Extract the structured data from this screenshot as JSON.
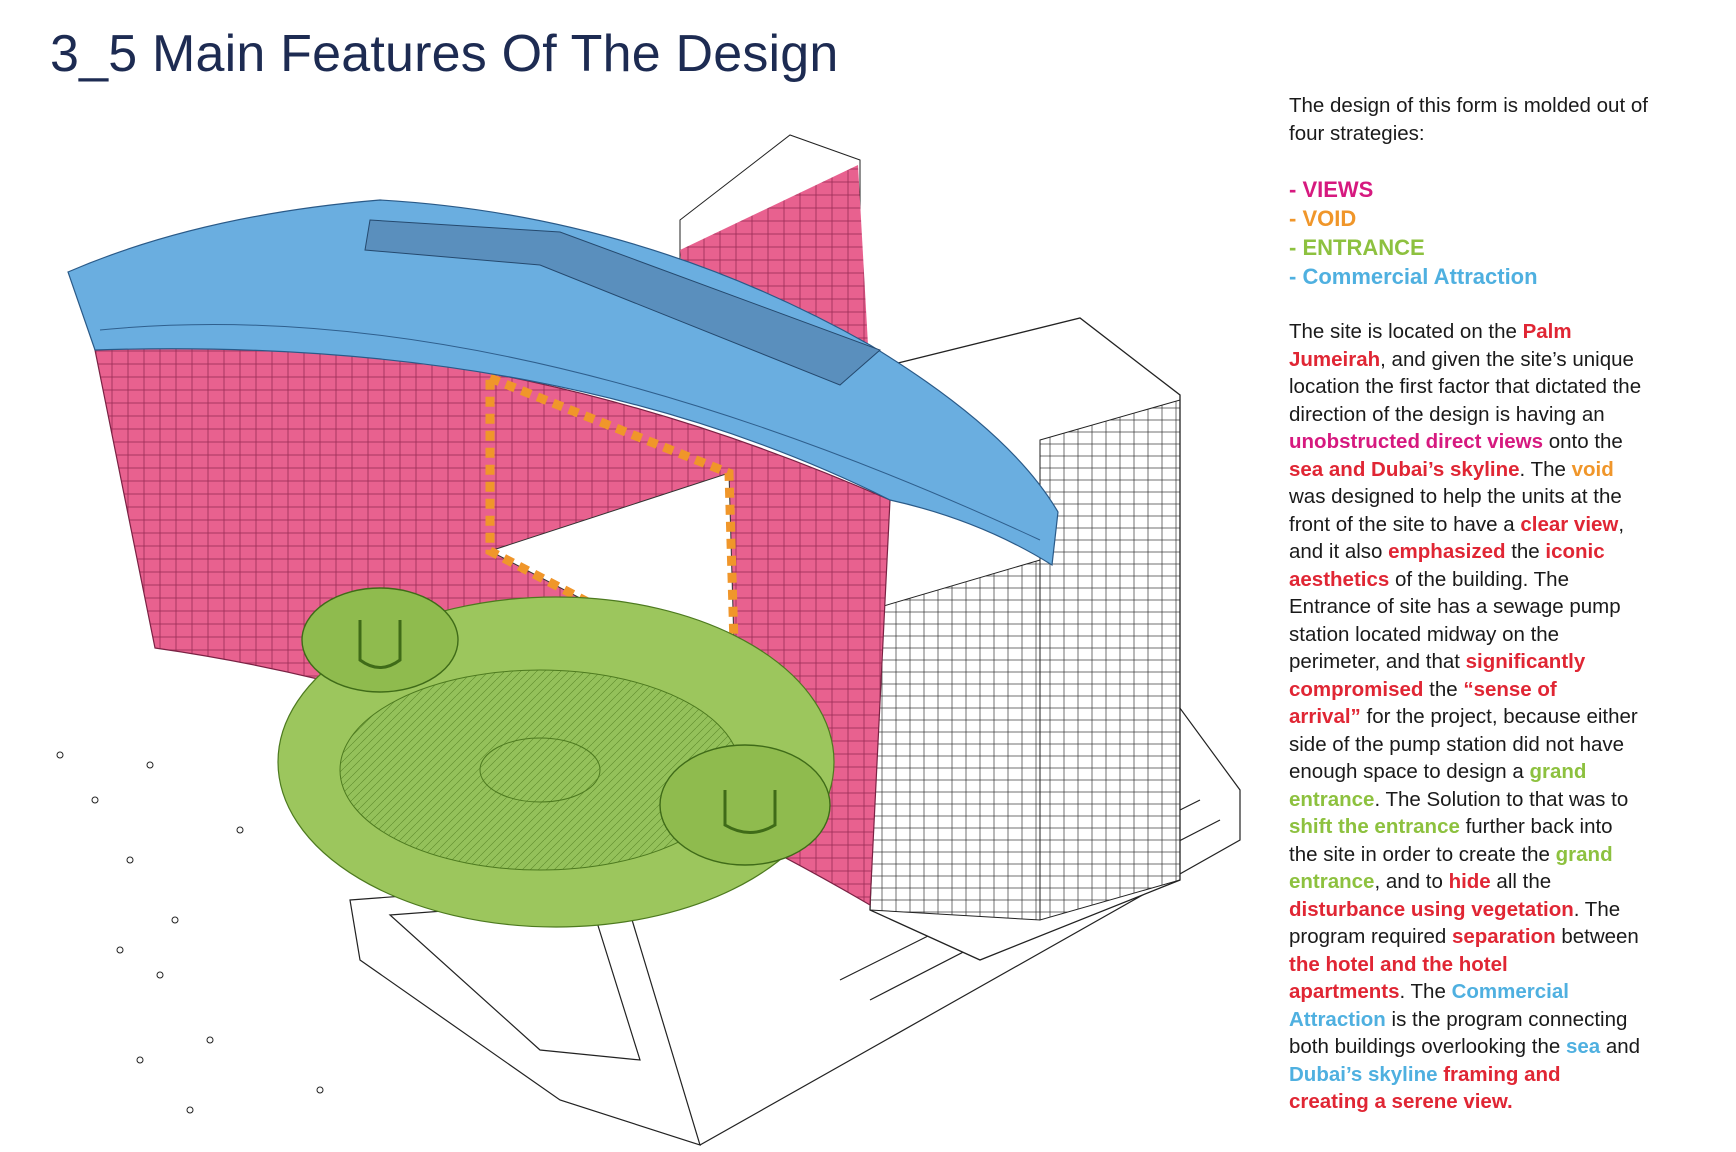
{
  "title": "3_5 Main Features Of The Design",
  "colors": {
    "views": "#d6197f",
    "void": "#f0962a",
    "entrance": "#8dc13f",
    "commercial": "#4fb0e0",
    "highlight": "#e02634"
  },
  "intro": [
    "The design of this form is molded out of",
    "four strategies:"
  ],
  "strategies": [
    {
      "label": "- VIEWS",
      "color": "magenta"
    },
    {
      "label": "- VOID",
      "color": "orange"
    },
    {
      "label": "- ENTRANCE",
      "color": "green"
    },
    {
      "label": "- Commercial Attraction",
      "color": "blue"
    }
  ],
  "paragraph": [
    [
      {
        "t": "The site is located on the ",
        "c": "plain"
      },
      {
        "t": "Palm",
        "c": "red"
      }
    ],
    [
      {
        "t": "Jumeirah",
        "c": "red"
      },
      {
        "t": ", and given the site’s unique",
        "c": "plain"
      }
    ],
    [
      {
        "t": "location the first factor that dictated the",
        "c": "plain"
      }
    ],
    [
      {
        "t": "direction of the design is having an",
        "c": "plain"
      }
    ],
    [
      {
        "t": "unobstructed direct views",
        "c": "magenta"
      },
      {
        "t": " onto the",
        "c": "plain"
      }
    ],
    [
      {
        "t": "sea and Dubai’s skyline",
        "c": "red"
      },
      {
        "t": ". The ",
        "c": "plain"
      },
      {
        "t": "void",
        "c": "orange"
      }
    ],
    [
      {
        "t": "was designed to help the units at the",
        "c": "plain"
      }
    ],
    [
      {
        "t": "front of the site to have a ",
        "c": "plain"
      },
      {
        "t": "clear view",
        "c": "red"
      },
      {
        "t": ",",
        "c": "plain"
      }
    ],
    [
      {
        "t": "and it also ",
        "c": "plain"
      },
      {
        "t": "emphasized",
        "c": "red"
      },
      {
        "t": " the ",
        "c": "plain"
      },
      {
        "t": "iconic",
        "c": "red"
      }
    ],
    [
      {
        "t": "aesthetics",
        "c": "red"
      },
      {
        "t": " of the building. The",
        "c": "plain"
      }
    ],
    [
      {
        "t": "Entrance of site has a sewage pump",
        "c": "plain"
      }
    ],
    [
      {
        "t": "station located midway on the",
        "c": "plain"
      }
    ],
    [
      {
        "t": "perimeter, and that ",
        "c": "plain"
      },
      {
        "t": "significantly",
        "c": "red"
      }
    ],
    [
      {
        "t": "compromised",
        "c": "red"
      },
      {
        "t": " the ",
        "c": "plain"
      },
      {
        "t": "“sense of",
        "c": "red"
      }
    ],
    [
      {
        "t": "arrival”",
        "c": "red"
      },
      {
        "t": " for the project, because either",
        "c": "plain"
      }
    ],
    [
      {
        "t": "side of the pump station did not have",
        "c": "plain"
      }
    ],
    [
      {
        "t": "enough space to design a ",
        "c": "plain"
      },
      {
        "t": "grand",
        "c": "green"
      }
    ],
    [
      {
        "t": "entrance",
        "c": "green"
      },
      {
        "t": ". The Solution to that was to",
        "c": "plain"
      }
    ],
    [
      {
        "t": "shift the entrance",
        "c": "green"
      },
      {
        "t": " further back into",
        "c": "plain"
      }
    ],
    [
      {
        "t": "the site in order to create the ",
        "c": "plain"
      },
      {
        "t": "grand",
        "c": "green"
      }
    ],
    [
      {
        "t": "entrance",
        "c": "green"
      },
      {
        "t": ", and to ",
        "c": "plain"
      },
      {
        "t": "hide",
        "c": "red"
      },
      {
        "t": " all the",
        "c": "plain"
      }
    ],
    [
      {
        "t": "disturbance using vegetation",
        "c": "red"
      },
      {
        "t": ". The",
        "c": "plain"
      }
    ],
    [
      {
        "t": "program required ",
        "c": "plain"
      },
      {
        "t": "separation",
        "c": "red"
      },
      {
        "t": " between",
        "c": "plain"
      }
    ],
    [
      {
        "t": "the hotel and the hotel",
        "c": "red"
      }
    ],
    [
      {
        "t": "apartments",
        "c": "red"
      },
      {
        "t": ". The ",
        "c": "plain"
      },
      {
        "t": "Commercial",
        "c": "blue"
      }
    ],
    [
      {
        "t": "Attraction",
        "c": "blue"
      },
      {
        "t": " is the program connecting",
        "c": "plain"
      }
    ],
    [
      {
        "t": "both buildings overlooking the ",
        "c": "plain"
      },
      {
        "t": "sea",
        "c": "blue"
      },
      {
        "t": " and",
        "c": "plain"
      }
    ],
    [
      {
        "t": "Dubai’s skyline",
        "c": "blue"
      },
      {
        "t": " ",
        "c": "plain"
      },
      {
        "t": "framing and",
        "c": "red"
      }
    ],
    [
      {
        "t": "creating a serene view.",
        "c": "red"
      }
    ]
  ]
}
